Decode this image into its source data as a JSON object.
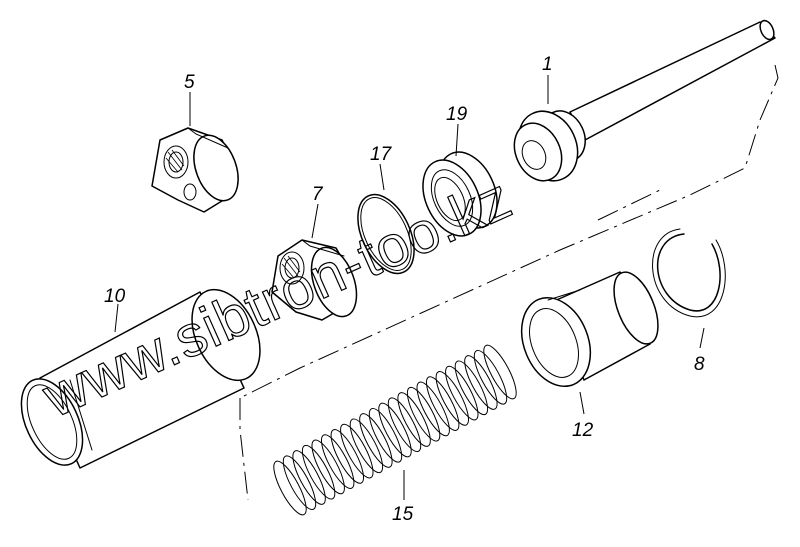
{
  "callouts": {
    "c1": "1",
    "c5": "5",
    "c7": "7",
    "c8": "8",
    "c10": "10",
    "c12": "12",
    "c15": "15",
    "c17": "17",
    "c19": "19"
  },
  "watermark": "www.sibtron-too.kz",
  "colors": {
    "line": "#000000",
    "background": "#ffffff"
  }
}
